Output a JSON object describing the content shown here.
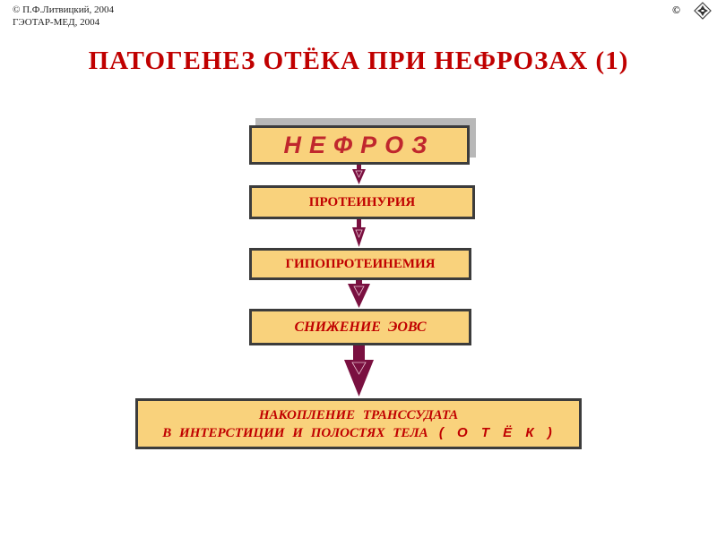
{
  "header": {
    "copyright_line1": "© П.Ф.Литвицкий, 2004",
    "copyright_line2": "ГЭОТАР-МЕД, 2004",
    "copyright_symbol": "©"
  },
  "title": "ПАТОГЕНЕЗ  ОТЁКА  ПРИ  НЕФРОЗАХ (1)",
  "flow": {
    "step1": "НЕФРОЗ",
    "step2": "ПРОТЕИНУРИЯ",
    "step3": "ГИПОПРОТЕИНЕМИЯ",
    "step4": "СНИЖЕНИЕ  ЭОВС",
    "step5_line1": "НАКОПЛЕНИЕ   ТРАНССУДАТА",
    "step5_line2_prefix": "В  ИНТЕРСТИЦИИ  И  ПОЛОСТЯХ  ТЕЛА",
    "step5_line2_suffix": " ( О Т Ё К )"
  },
  "colors": {
    "box_fill": "#f9d27c",
    "text_red": "#c00000",
    "arrow": "#7a1040"
  },
  "icons": {
    "nav": "navigation-diamond-icon"
  }
}
